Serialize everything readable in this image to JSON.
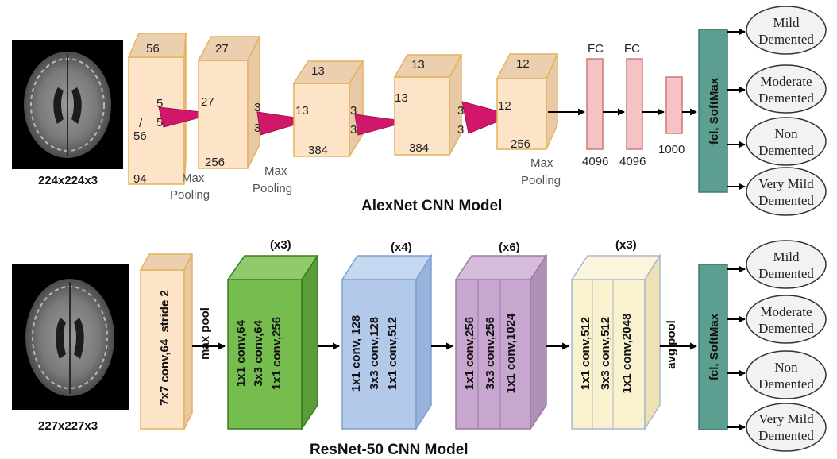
{
  "alexnet": {
    "title": "AlexNet CNN Model",
    "input_label": "224x224x3",
    "block1": {
      "top": "56",
      "side": "56",
      "depth": "94",
      "k1": "5",
      "k2": "5",
      "slash": "/"
    },
    "block2": {
      "top": "27",
      "side": "27",
      "depth": "256",
      "k1": "3",
      "k2": "3"
    },
    "block3": {
      "top": "13",
      "side": "13",
      "depth": "384",
      "k1": "3",
      "k2": "3"
    },
    "block4": {
      "top": "13",
      "side": "13",
      "depth": "384",
      "k1": "3",
      "k2": "3"
    },
    "block5": {
      "top": "12",
      "side": "12",
      "depth": "256"
    },
    "pool_word1": "Max",
    "pool_word2": "Pooling",
    "fc1": {
      "label": "FC",
      "size": "4096"
    },
    "fc2": {
      "label": "FC",
      "size": "4096"
    },
    "fc3": {
      "size": "1000"
    },
    "softmax": "fcl, SoftMax",
    "outputs": [
      {
        "line1": "Mild",
        "line2": "Demented"
      },
      {
        "line1": "Moderate",
        "line2": "Demented"
      },
      {
        "line1": "Non",
        "line2": "Demented"
      },
      {
        "line1": "Very Mild",
        "line2": "Demented"
      }
    ]
  },
  "resnet": {
    "title": "ResNet-50 CNN Model",
    "input_label": "227x227x3",
    "conv1": "7x7 conv,64  stride 2",
    "maxpool": "max pool",
    "avgpool": "avg pool",
    "stage1": {
      "repeat": "(x3)",
      "lines": [
        "1x1 conv,64",
        "3x3 conv,64",
        "1x1 conv,256"
      ]
    },
    "stage2": {
      "repeat": "(x4)",
      "lines": [
        "1x1 conv, 128",
        "3x3 conv,128",
        "1x1 conv,512"
      ]
    },
    "stage3": {
      "repeat": "(x6)",
      "lines": [
        "1x1 conv,256",
        "3x3 conv,256",
        "1x1 conv,1024"
      ]
    },
    "stage4": {
      "repeat": "(x3)",
      "lines": [
        "1x1 conv,512",
        "3x3 conv,512",
        "1x1 conv,2048"
      ]
    },
    "softmax": "fcl, SoftMax",
    "outputs": [
      {
        "line1": "Mild",
        "line2": "Demented"
      },
      {
        "line1": "Moderate",
        "line2": "Demented"
      },
      {
        "line1": "Non",
        "line2": "Demented"
      },
      {
        "line1": "Very Mild",
        "line2": "Demented"
      }
    ]
  },
  "colors": {
    "block_front": "#fde3c8",
    "block_side": "#e8c9a5",
    "block_edge": "#e4b25c",
    "kernel": "#d1176a",
    "fc_fill": "#f5c3c3",
    "fc_edge": "#c97a7a",
    "softmax_fill": "#5c9e8f",
    "green_front": "#76bd4f",
    "green_side": "#5a9c39",
    "blue_front": "#b3c9ea",
    "purple_front": "#c7a7cf",
    "yellow_front": "#faf1cf"
  }
}
